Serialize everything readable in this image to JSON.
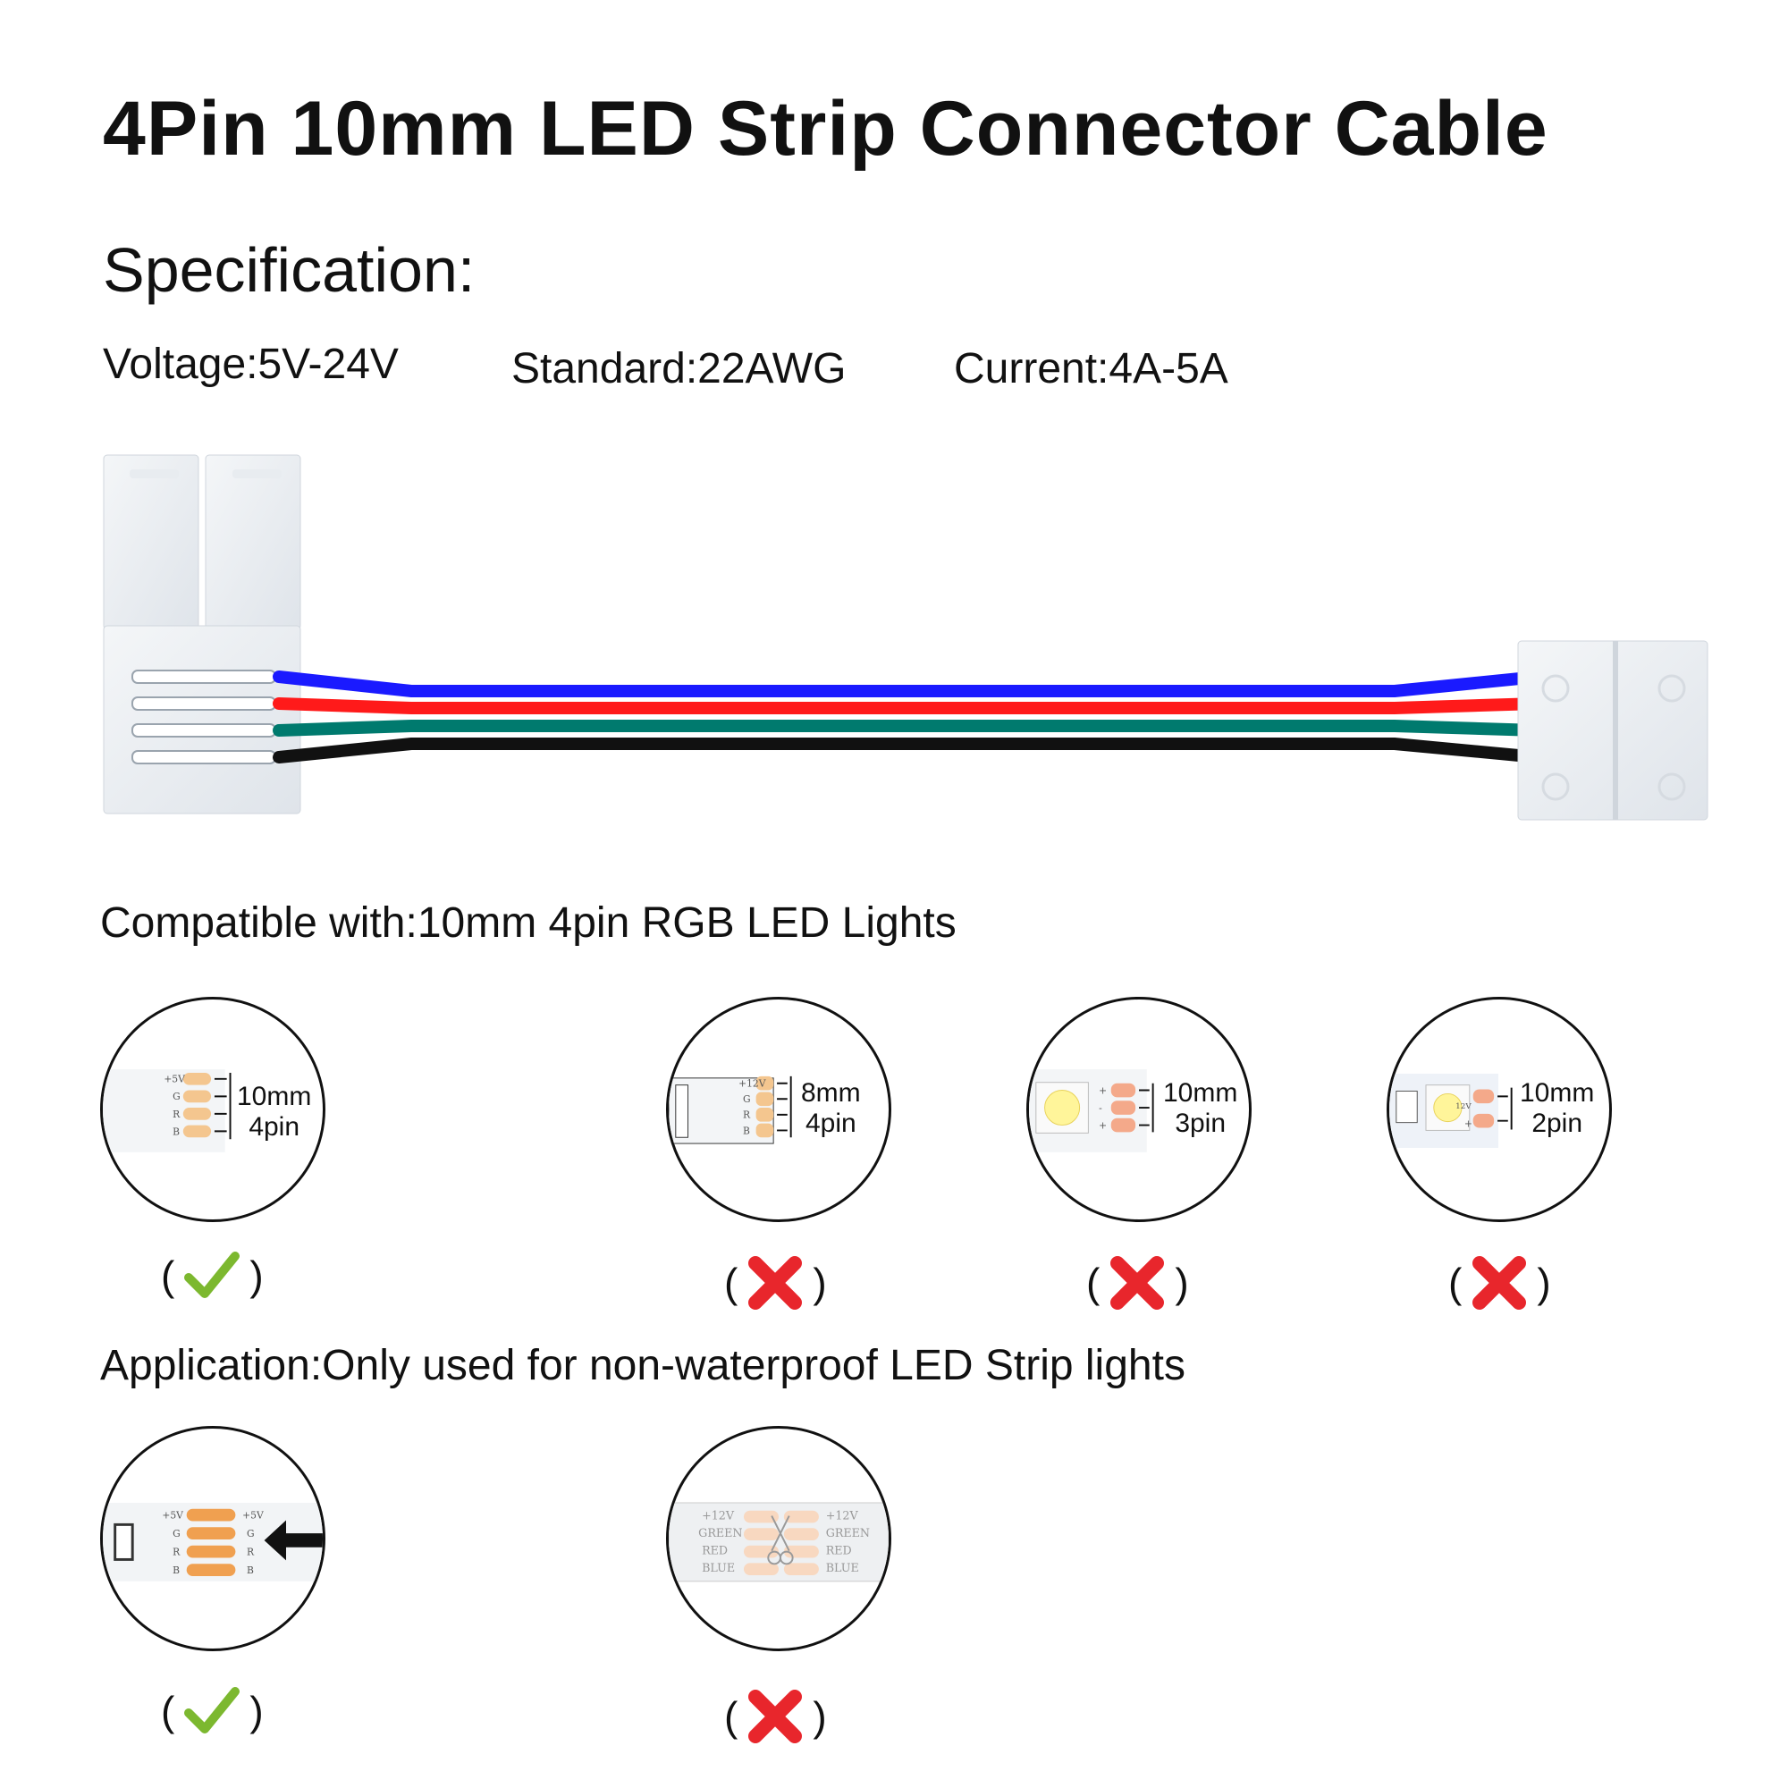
{
  "title": "4Pin 10mm LED Strip Connector Cable",
  "specification": {
    "heading": "Specification:",
    "voltage": "Voltage:5V-24V",
    "standard": "Standard:22AWG",
    "current": "Current:4A-5A"
  },
  "wire_colors": [
    "#1a1aff",
    "#ff1a1a",
    "#007a6e",
    "#111111"
  ],
  "compatible": {
    "label": "Compatible with:10mm 4pin RGB LED Lights",
    "items": [
      {
        "size": "10mm",
        "pins": "4pin",
        "pin_labels": [
          "+5V",
          "G",
          "R",
          "B"
        ],
        "status": "check"
      },
      {
        "size": "8mm",
        "pins": "4pin",
        "pin_labels": [
          "+12V",
          "G",
          "R",
          "B"
        ],
        "status": "cross"
      },
      {
        "size": "10mm",
        "pins": "3pin",
        "pin_labels": [
          "+",
          "-",
          "+"
        ],
        "status": "cross"
      },
      {
        "size": "10mm",
        "pins": "2pin",
        "pin_labels": [
          "12V",
          "+"
        ],
        "status": "cross"
      }
    ]
  },
  "application": {
    "label": "Application:Only used for non-waterproof LED Strip lights",
    "items": [
      {
        "pin_labels_left": [
          "+5V",
          "G",
          "R",
          "B"
        ],
        "pin_labels_right": [
          "+5V",
          "G",
          "R",
          "B"
        ],
        "status": "check"
      },
      {
        "pin_labels_left": [
          "+12V",
          "GREEN",
          "RED",
          "BLUE"
        ],
        "pin_labels_right": [
          "+12V",
          "GREEN",
          "RED",
          "BLUE"
        ],
        "status": "cross"
      }
    ]
  },
  "mark_colors": {
    "check": "#7cb82f",
    "cross": "#e8262c"
  },
  "parens": {
    "open": "(",
    "close": ")"
  }
}
